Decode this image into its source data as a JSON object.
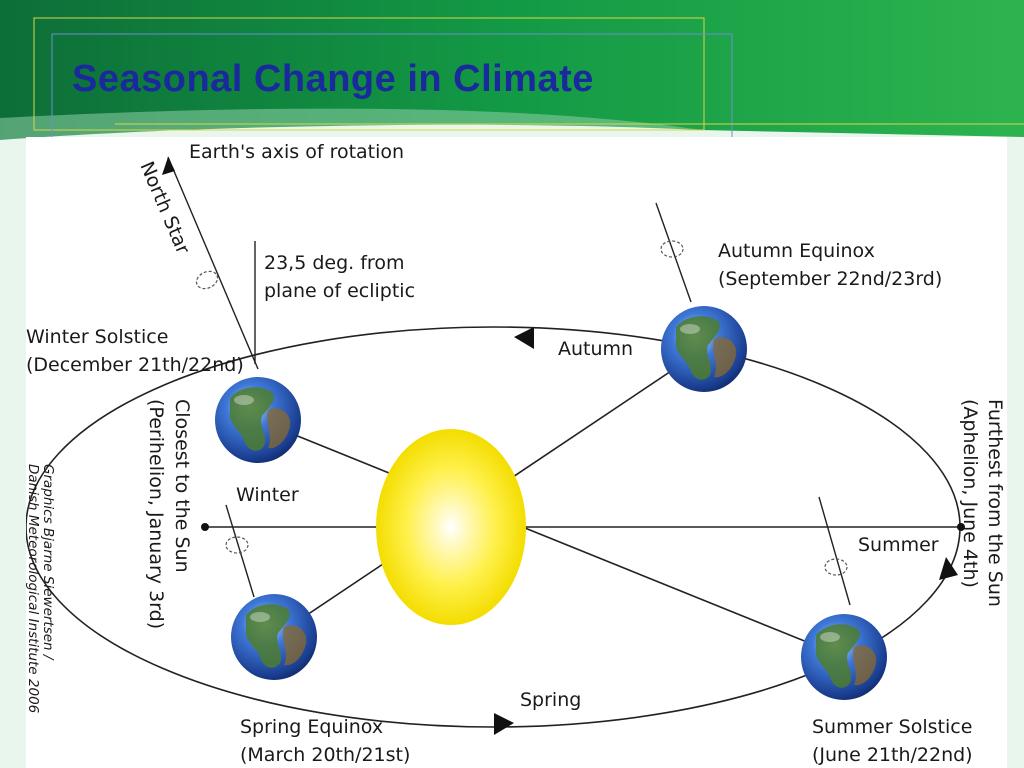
{
  "slide": {
    "title": "Seasonal Change in Climate",
    "colors": {
      "title": "#1a2a9c",
      "background_dark": "#0e7a3c",
      "background_light": "#2fb24f",
      "sun": "#ffe600"
    }
  },
  "diagram": {
    "axis_label": "Earth's axis of rotation",
    "north_star_label": "North Star",
    "tilt_label": [
      "23,5 deg. from",
      "plane of ecliptic"
    ],
    "positions": {
      "winter_solstice": [
        "Winter Solstice",
        "(December 21th/22nd)"
      ],
      "autumn_equinox": [
        "Autumn Equinox",
        "(September 22nd/23rd)"
      ],
      "spring_equinox": [
        "Spring Equinox",
        "(March 20th/21st)"
      ],
      "summer_solstice": [
        "Summer Solstice",
        "(June 21th/22nd)"
      ]
    },
    "seasons": {
      "winter": "Winter",
      "autumn": "Autumn",
      "spring": "Spring",
      "summer": "Summer"
    },
    "perihelion": [
      "Closest to the Sun",
      "(Perihelion, January 3rd)"
    ],
    "aphelion": [
      "Furthest from the Sun",
      "(Aphelion, June 4th)"
    ],
    "credit": [
      "Graphics Bjarne Siewertsen /",
      "Danish Meteorological Institute 2006"
    ]
  }
}
